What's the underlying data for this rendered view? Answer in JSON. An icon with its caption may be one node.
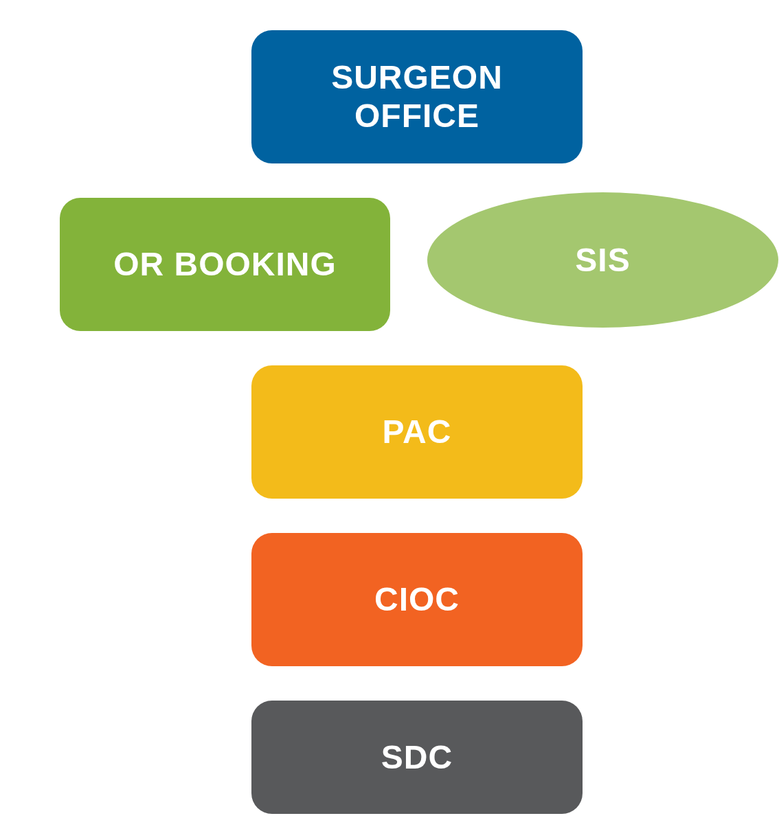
{
  "diagram": {
    "nodes": [
      {
        "text": [
          "SURGEON OFFICE"
        ]
      },
      {
        "text": [
          "OR BOOKING"
        ]
      },
      {
        "text": [
          "SIS"
        ]
      },
      {
        "text": [
          "PAC"
        ]
      },
      {
        "text": [
          "CIOC"
        ]
      },
      {
        "text": [
          "SDC"
        ]
      }
    ]
  }
}
